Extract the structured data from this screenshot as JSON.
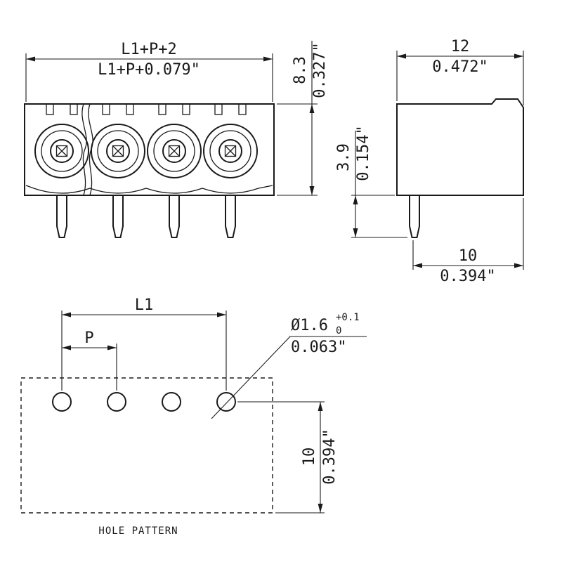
{
  "front_view": {
    "width_mm": "L1+P+2",
    "width_in": "L1+P+0.079\"",
    "height_mm": "8.3",
    "height_in": "0.327\""
  },
  "side_view": {
    "width_mm": "12",
    "width_in": "0.472\"",
    "pin_length_mm": "3.9",
    "pin_length_in": "0.154\"",
    "pin_offset_mm": "10",
    "pin_offset_in": "0.394\""
  },
  "hole_pattern": {
    "caption": "HOLE PATTERN",
    "span_label": "L1",
    "pitch_label": "P",
    "hole_diameter_mm": "Ø1.6",
    "tolerance_upper": "+0.1",
    "tolerance_lower": "0",
    "hole_diameter_in": "0.063\"",
    "row_offset_mm": "10",
    "row_offset_in": "0.394\""
  }
}
